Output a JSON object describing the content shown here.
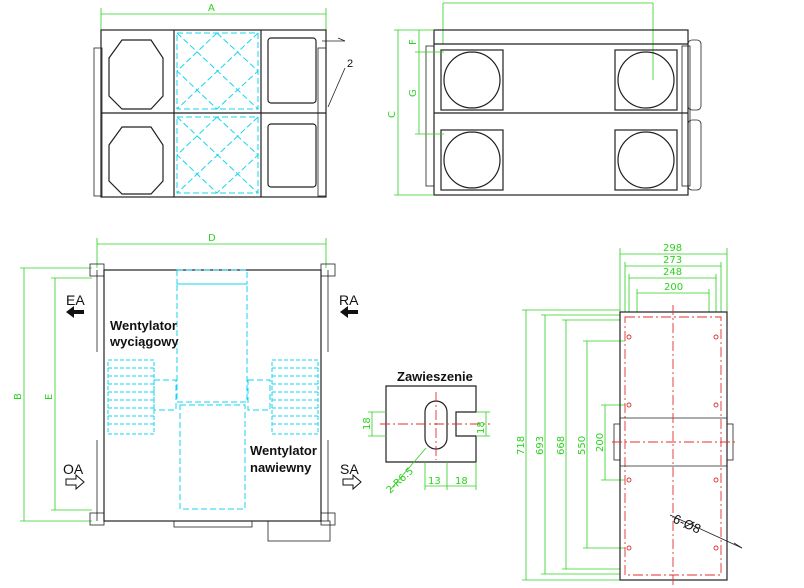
{
  "dimensions": {
    "A": "A",
    "C": "C",
    "F": "F",
    "G": "G",
    "D": "D",
    "B": "B",
    "E": "E",
    "w298": "298",
    "w273": "273",
    "w248": "248",
    "w200": "200",
    "h718": "718",
    "h693": "693",
    "h668": "668",
    "h550": "550",
    "h200": "200",
    "holes": "6-Ø8",
    "slot_h": "18",
    "slot_h2": "18",
    "slot_w1": "13",
    "slot_w2": "18",
    "slot_r": "2-R6.5",
    "callout": "2"
  },
  "labels": {
    "ea": "EA",
    "ra": "RA",
    "oa": "OA",
    "sa": "SA",
    "exhaust_fan_1": "Wentylator",
    "exhaust_fan_2": "wyciągowy",
    "supply_fan_1": "Wentylator",
    "supply_fan_2": "nawiewny",
    "suspension": "Zawieszenie"
  },
  "colors": {
    "lines": "#222222",
    "dimensions": "#2bd11e",
    "hidden": "#14d6f0",
    "centerlines": "#e03030"
  }
}
